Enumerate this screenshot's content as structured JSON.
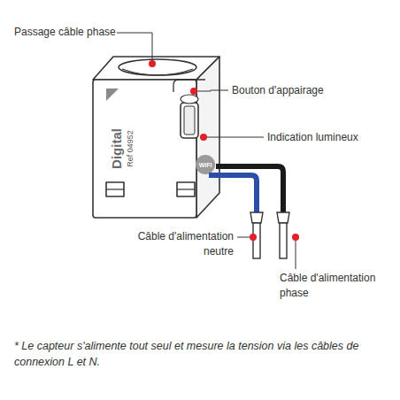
{
  "diagram": {
    "labels": [
      "Passage câble phase",
      "Bouton d'appairage",
      "Indication lumineux",
      "Câble d'alimentation neutre",
      "Câble d'alimentation phase",
      "* Le capteur s'alimente tout seul et mesure la tension via les câbles de connexion L et N.",
      "Digital",
      "Ref 04952",
      "WiFi"
    ]
  }
}
